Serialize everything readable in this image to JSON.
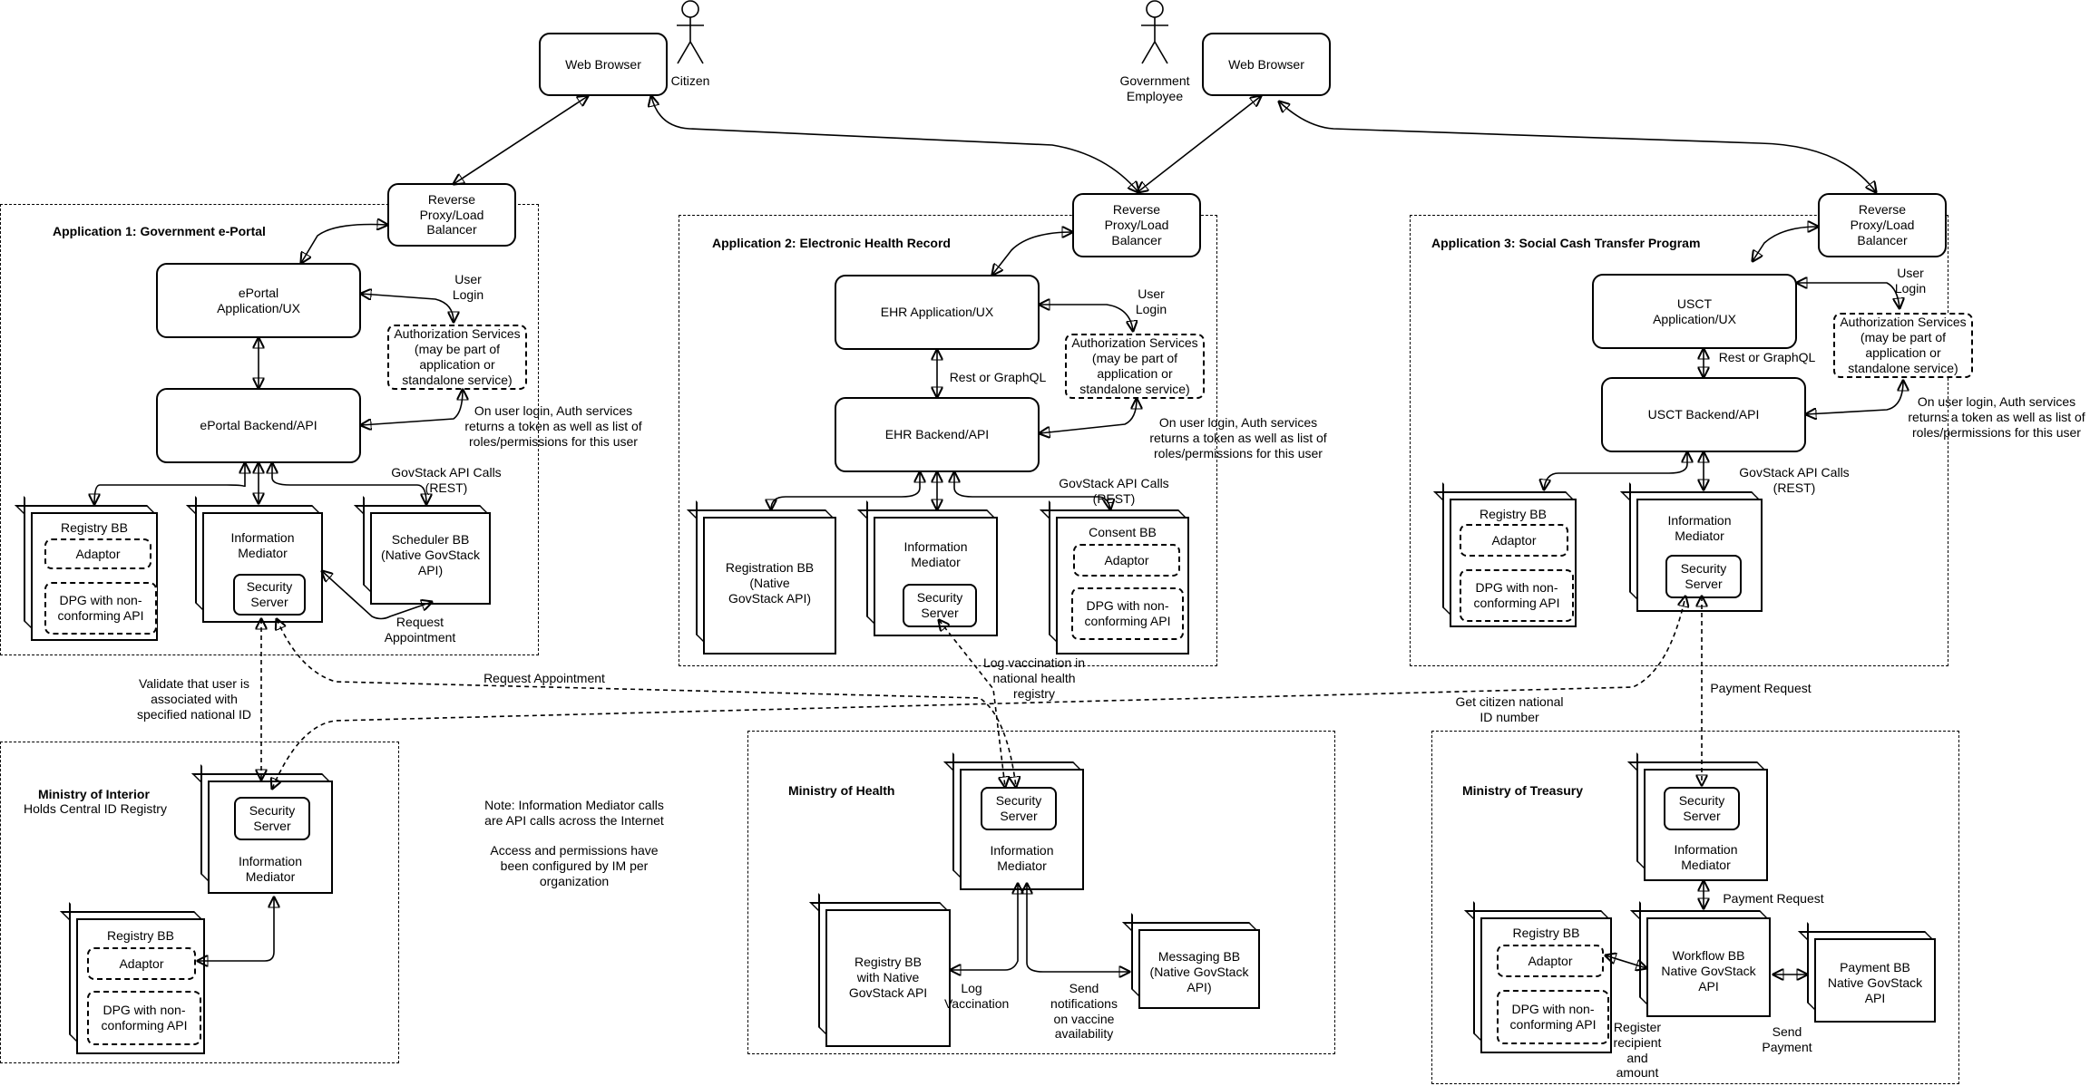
{
  "actors": {
    "citizen": "Citizen",
    "gov_employee": "Government\nEmployee"
  },
  "browsers": {
    "left": "Web Browser",
    "right": "Web Browser"
  },
  "app1": {
    "title": "Application 1: Government e-Portal",
    "proxy": "Reverse\nProxy/Load\nBalancer",
    "ui": "ePortal\nApplication/UX",
    "auth": "Authorization Services\n(may be part of\napplication or\nstandalone service)",
    "user_login": "User\nLogin",
    "backend": "ePortal Backend/API",
    "auth_note": "On user login, Auth services\nreturns a token as well as list of\nroles/permissions for this user",
    "api_calls": "GovStack API Calls\n(REST)",
    "registry": "Registry BB",
    "adaptor": "Adaptor",
    "dpg": "DPG with non-\nconforming API",
    "im": "Information\nMediator",
    "security": "Security\nServer",
    "scheduler": "Scheduler BB\n(Native GovStack\nAPI)",
    "request_appt": "Request\nAppointment"
  },
  "app2": {
    "title": "Application 2: Electronic Health Record",
    "proxy": "Reverse\nProxy/Load\nBalancer",
    "ui": "EHR Application/UX",
    "user_login": "User\nLogin",
    "auth": "Authorization Services\n(may be part of\napplication or\nstandalone service)",
    "rest_graphql": "Rest or GraphQL",
    "backend": "EHR Backend/API",
    "auth_note": "On user login, Auth services\nreturns a token as well as list of\nroles/permissions for this user",
    "api_calls": "GovStack API Calls\n(REST)",
    "registration": "Registration BB\n(Native\nGovStack API)",
    "im": "Information\nMediator",
    "security": "Security\nServer",
    "consent": "Consent BB",
    "adaptor": "Adaptor",
    "dpg": "DPG with non-\nconforming API"
  },
  "app3": {
    "title": "Application 3: Social Cash Transfer Program",
    "proxy": "Reverse\nProxy/Load\nBalancer",
    "ui": "USCT\nApplication/UX",
    "user_login": "User\nLogin",
    "auth": "Authorization Services\n(may be part of\napplication or\nstandalone service)",
    "rest_graphql": "Rest or GraphQL",
    "backend": "USCT Backend/API",
    "auth_note": "On user login, Auth services\nreturns a token as well as list of\nroles/permissions for this user",
    "api_calls": "GovStack API Calls\n(REST)",
    "registry": "Registry BB",
    "adaptor": "Adaptor",
    "dpg": "DPG with non-\nconforming API",
    "im": "Information\nMediator",
    "security": "Security\nServer"
  },
  "interior": {
    "title": "Ministry of Interior",
    "subtitle": "Holds Central ID Registry",
    "security": "Security\nServer",
    "im": "Information\nMediator",
    "registry": "Registry BB",
    "adaptor": "Adaptor",
    "dpg": "DPG with non-\nconforming API"
  },
  "health": {
    "title": "Ministry of Health",
    "security": "Security\nServer",
    "im": "Information\nMediator",
    "registry": "Registry BB\nwith Native\nGovStack API",
    "messaging": "Messaging BB\n(Native GovStack\nAPI)",
    "log_vaccination": "Log\nVaccination",
    "send_notifications": "Send\nnotifications\non vaccine\navailability"
  },
  "treasury": {
    "title": "Ministry of Treasury",
    "security": "Security\nServer",
    "im": "Information\nMediator",
    "payment_request": "Payment Request",
    "registry": "Registry BB",
    "adaptor": "Adaptor",
    "dpg": "DPG with non-\nconforming API",
    "workflow": "Workflow BB\nNative GovStack\nAPI",
    "payment": "Payment BB\nNative GovStack\nAPI",
    "register_recipient": "Register\nrecipient\nand\namount",
    "send_payment": "Send\nPayment"
  },
  "links": {
    "validate_user": "Validate that user is\nassociated with\nspecified national ID",
    "request_appointment": "Request Appointment",
    "log_vaccination_registry": "Log vaccination in\nnational health\nregistry",
    "get_citizen_id": "Get citizen national\nID number",
    "payment_request": "Payment Request"
  },
  "note": "Note: Information Mediator calls\nare API calls across the Internet\n\nAccess and permissions have\nbeen configured by IM per\norganization"
}
